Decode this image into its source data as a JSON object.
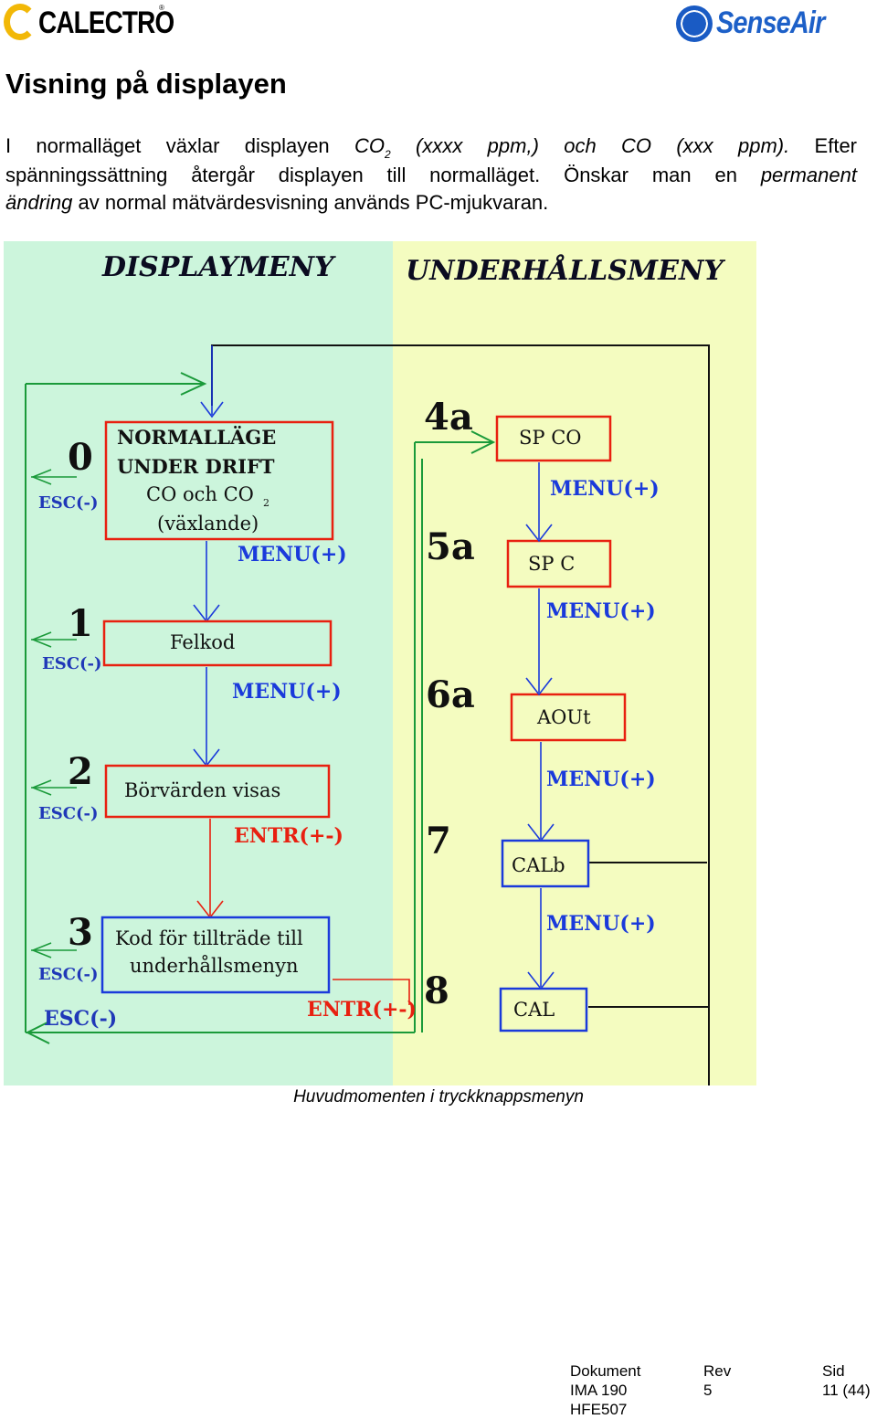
{
  "header": {
    "left_logo_text": "CALECTRO",
    "left_logo_reg": "®",
    "right_logo_text": "SenseAir"
  },
  "title": "Visning på displayen",
  "paragraph": {
    "l1_a": "I normalläget växlar displayen ",
    "l1_co2": "CO",
    "l1_sub": "2",
    "l1_b": " (xxxx ppm,) och CO (xxx ppm).",
    "l1_c": " Efter",
    "l2": "spänningssättning återgår displayen till normalläget. Önskar man en ",
    "l2_i": "permanent",
    "l3_i": "ändring",
    "l3": " av normal mätvärdesvisning används PC-mjukvaran."
  },
  "diagram": {
    "left_heading": "DISPLAYMENY",
    "right_heading": "UNDERHÅLLSMENY",
    "steps_left": [
      "0",
      "1",
      "2",
      "3"
    ],
    "steps_right": [
      "4a",
      "5a",
      "6a",
      "7",
      "8"
    ],
    "esc_label": "ESC(-)",
    "menu_label": "MENU(+)",
    "entr_label": "ENTR(+-)",
    "box_normal": [
      "NORMALLÄGE",
      "UNDER DRIFT",
      "CO och CO",
      "2",
      "(växlande)"
    ],
    "box_felkod": "Felkod",
    "box_borvarden": "Börvärden visas",
    "box_kod": [
      "Kod för tillträde till",
      "underhållsmenyn"
    ],
    "box_spco": "SP CO",
    "box_spc": "SP C",
    "box_aout": "AOUt",
    "box_calb": "CALb",
    "box_cal": "CAL"
  },
  "caption": "Huvudmomenten i tryckknappsmenyn",
  "footer": {
    "labels": [
      "Dokument",
      "Rev",
      "Sid"
    ],
    "doc": [
      "IMA 190",
      "HFE507"
    ],
    "rev": "5",
    "sid": "11 (44)"
  },
  "colors": {
    "green_bg": "#ccf5dc",
    "yellow_bg": "#f4fcc0",
    "red": "#e82010",
    "blue": "#1a3adb",
    "green_line": "#1a9a3a"
  }
}
